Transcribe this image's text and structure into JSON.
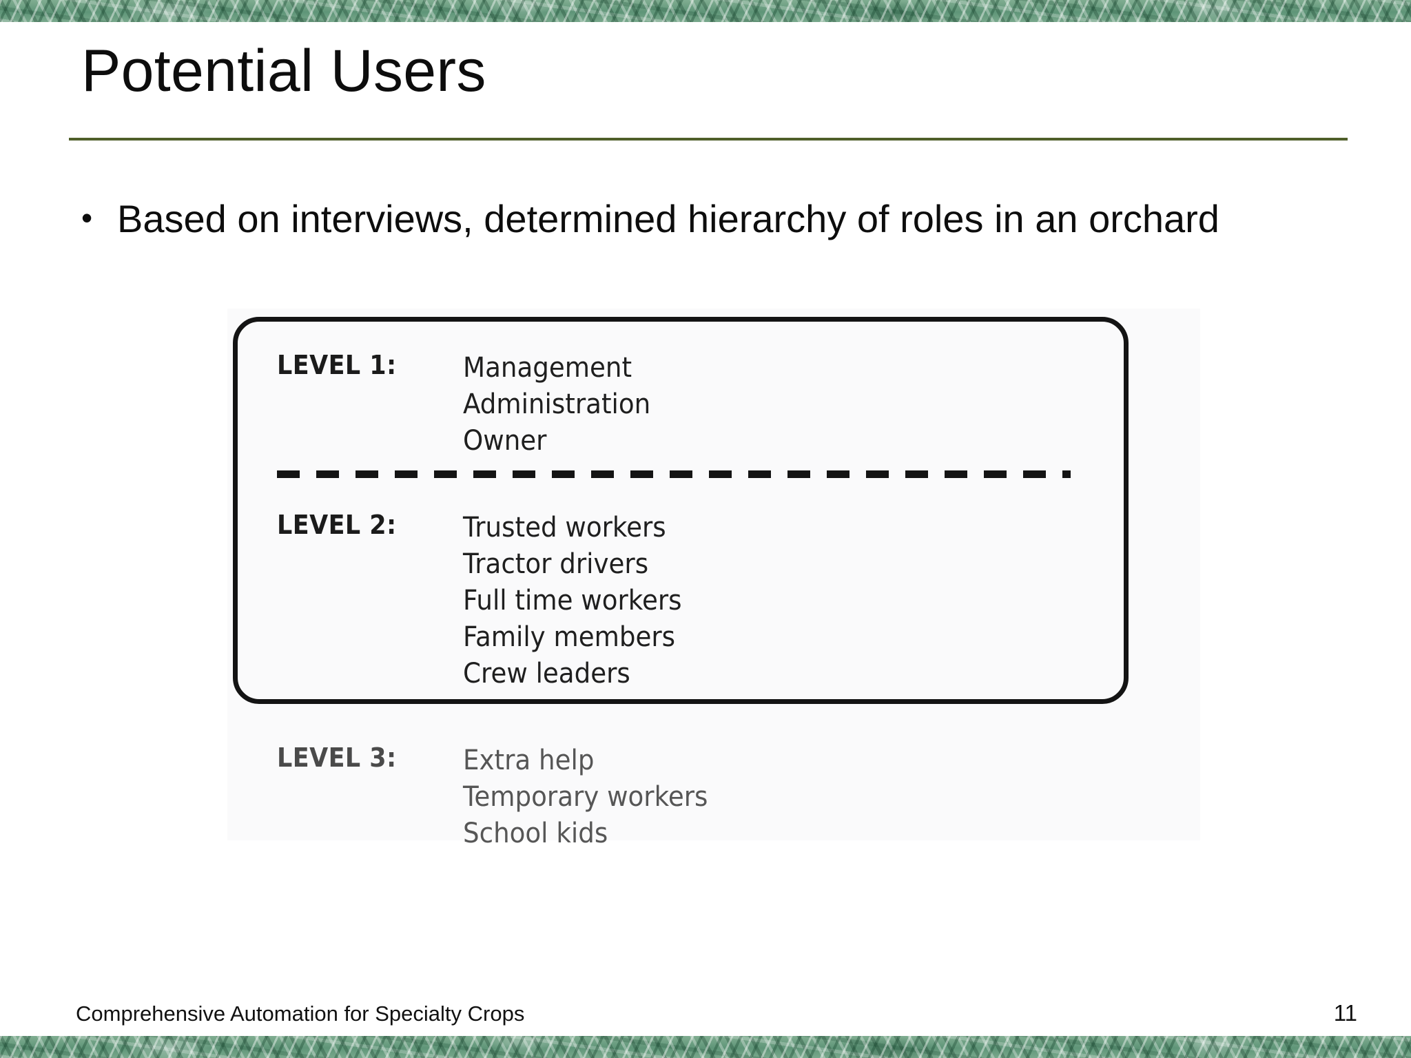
{
  "slide": {
    "title": "Potential Users",
    "page_number": "11",
    "footer": "Comprehensive Automation for Specialty Crops",
    "bullet_marker": "•",
    "bullets": [
      "Based on interviews, determined hierarchy of roles in an orchard"
    ]
  },
  "colors": {
    "title_rule": "#4f5f2a",
    "band_green": "#6fa183",
    "figure_background": "#fafafb",
    "box_stroke": "#141414",
    "level3_text": "#565656"
  },
  "figure": {
    "caption_levels": [
      {
        "label": "LEVEL 1:",
        "items": [
          "Management",
          "Administration",
          "Owner"
        ],
        "inside_box": true
      },
      {
        "label": "LEVEL 2:",
        "items": [
          "Trusted workers",
          "Tractor drivers",
          "Full time workers",
          "Family members",
          "Crew leaders"
        ],
        "inside_box": true
      },
      {
        "label": "LEVEL 3:",
        "items": [
          "Extra help",
          "Temporary workers",
          "School kids"
        ],
        "inside_box": false
      }
    ]
  }
}
